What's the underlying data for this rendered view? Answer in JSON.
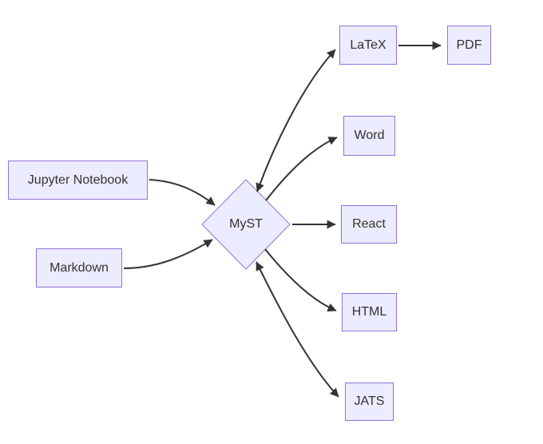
{
  "diagram": {
    "type": "flowchart",
    "direction": "left-to-right",
    "colors": {
      "background": "#ffffff",
      "node_fill": "#ECECFF",
      "node_border": "#9370DB",
      "edge": "#333333",
      "text": "#333333"
    },
    "nodes": {
      "jupyter": {
        "label": "Jupyter Notebook",
        "shape": "rectangle"
      },
      "markdown": {
        "label": "Markdown",
        "shape": "rectangle"
      },
      "myst": {
        "label": "MyST",
        "shape": "diamond"
      },
      "latex": {
        "label": "LaTeX",
        "shape": "rectangle"
      },
      "pdf": {
        "label": "PDF",
        "shape": "rectangle"
      },
      "word": {
        "label": "Word",
        "shape": "rectangle"
      },
      "react": {
        "label": "React",
        "shape": "rectangle"
      },
      "html": {
        "label": "HTML",
        "shape": "rectangle"
      },
      "jats": {
        "label": "JATS",
        "shape": "rectangle"
      }
    },
    "edges": [
      {
        "from": "Jupyter Notebook",
        "to": "MyST",
        "arrow": "forward"
      },
      {
        "from": "Markdown",
        "to": "MyST",
        "arrow": "forward"
      },
      {
        "from": "MyST",
        "to": "LaTeX",
        "arrow": "both"
      },
      {
        "from": "LaTeX",
        "to": "PDF",
        "arrow": "forward"
      },
      {
        "from": "MyST",
        "to": "Word",
        "arrow": "forward"
      },
      {
        "from": "MyST",
        "to": "React",
        "arrow": "forward"
      },
      {
        "from": "MyST",
        "to": "HTML",
        "arrow": "forward"
      },
      {
        "from": "MyST",
        "to": "JATS",
        "arrow": "both"
      }
    ]
  }
}
